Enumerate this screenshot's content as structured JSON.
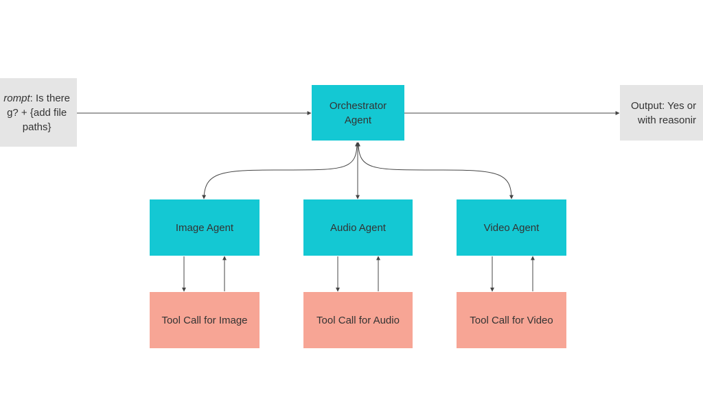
{
  "diagram": {
    "nodes": {
      "input": {
        "prompt_word": "rompt",
        "line1_rest": ": Is there",
        "line2": "g? + {add file",
        "line3": "paths}"
      },
      "orchestrator": {
        "line1": "Orchestrator",
        "line2": "Agent"
      },
      "output": {
        "line1": "Output: Yes or",
        "line2": "with reasonir"
      },
      "image_agent": {
        "label": "Image Agent"
      },
      "audio_agent": {
        "label": "Audio Agent"
      },
      "video_agent": {
        "label": "Video Agent"
      },
      "tool_image": {
        "label": "Tool Call for Image"
      },
      "tool_audio": {
        "label": "Tool Call for Audio"
      },
      "tool_video": {
        "label": "Tool Call for Video"
      }
    },
    "colors": {
      "input_output_fill": "#e5e5e5",
      "agent_fill": "#14c8d3",
      "tool_fill": "#f7a595",
      "connector": "#444444"
    }
  }
}
